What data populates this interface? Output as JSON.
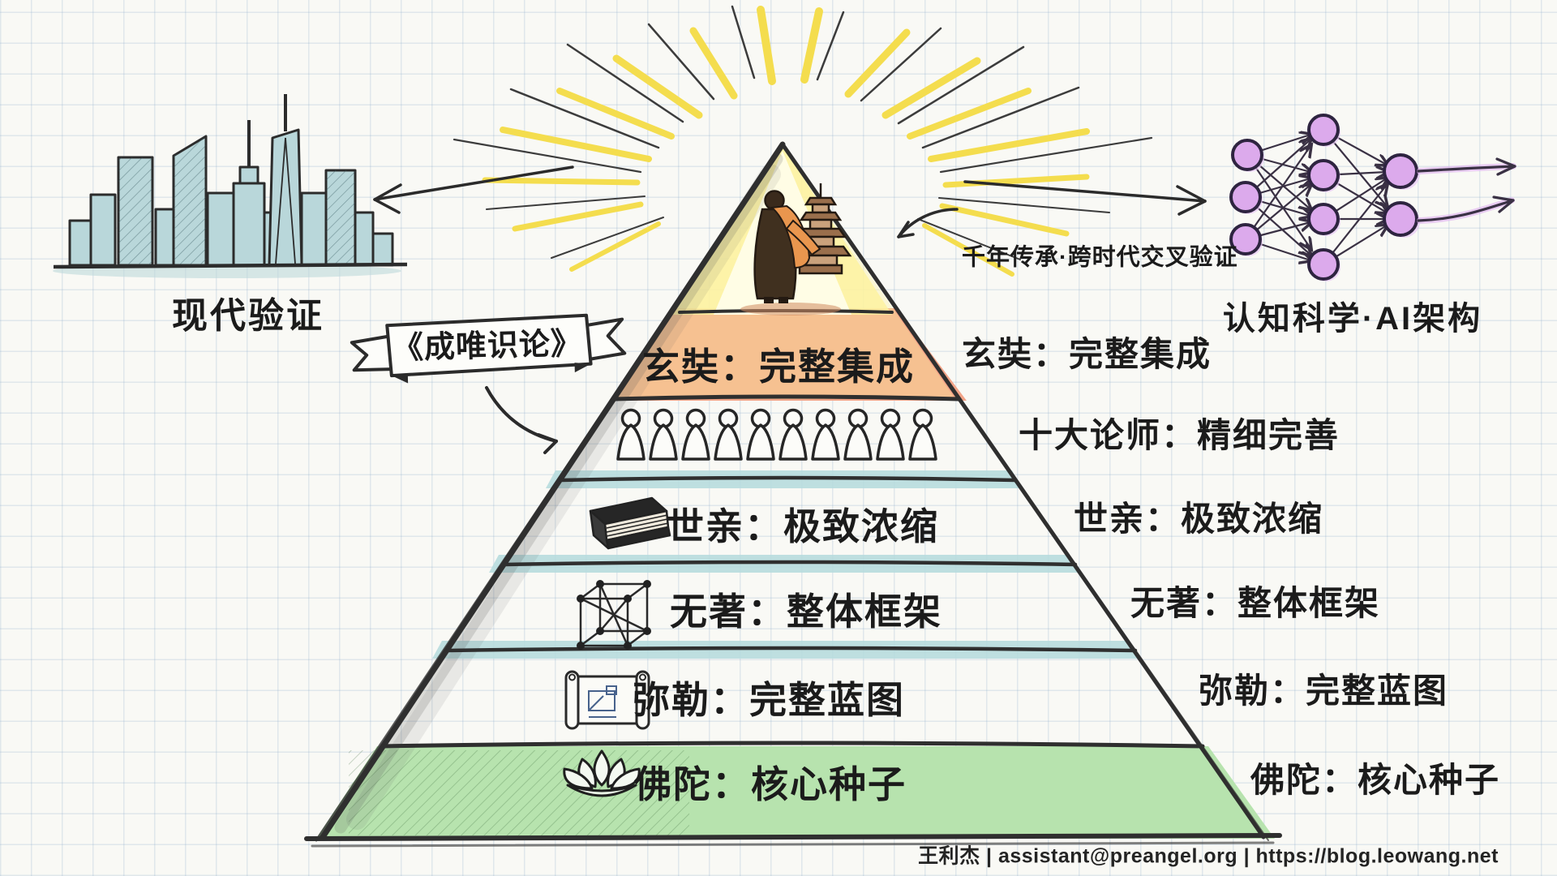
{
  "diagram": {
    "banner": "《成唯识论》",
    "annotation": "千年传承·跨时代交叉验证",
    "left_caption": "现代验证",
    "right_caption": "认知科学·AI架构",
    "levels": [
      {
        "key": "xuanzang",
        "label": "玄奘：完整集成",
        "right_label": "玄奘：完整集成",
        "icon": "monk-with-pagoda",
        "band_color": "#f2a488"
      },
      {
        "key": "ten_masters",
        "label": "",
        "right_label": "十大论师：精细完善",
        "icon": "ten-figures",
        "band_color": "transparent"
      },
      {
        "key": "vasubandhu",
        "label": "世亲：极致浓缩",
        "right_label": "世亲：极致浓缩",
        "icon": "book-stack",
        "band_color": "transparent"
      },
      {
        "key": "asanga",
        "label": "无著：整体框架",
        "right_label": "无著：整体框架",
        "icon": "wireframe-cube",
        "band_color": "transparent"
      },
      {
        "key": "maitreya",
        "label": "弥勒：完整蓝图",
        "right_label": "弥勒：完整蓝图",
        "icon": "blueprint-scroll",
        "band_color": "transparent"
      },
      {
        "key": "buddha",
        "label": "佛陀：核心种子",
        "right_label": "佛陀：核心种子",
        "icon": "lotus",
        "band_color": "#b7e3ae"
      }
    ],
    "credit": "王利杰 | assistant@preangel.org | https://blog.leowang.net",
    "colors": {
      "salmon": "#f2a488",
      "green": "#b7e3ae",
      "teal_separator": "#b7dbde",
      "city": "#b9d7da",
      "node_purple": "#dcaaec",
      "ray_yellow": "#f4dd4e"
    }
  }
}
